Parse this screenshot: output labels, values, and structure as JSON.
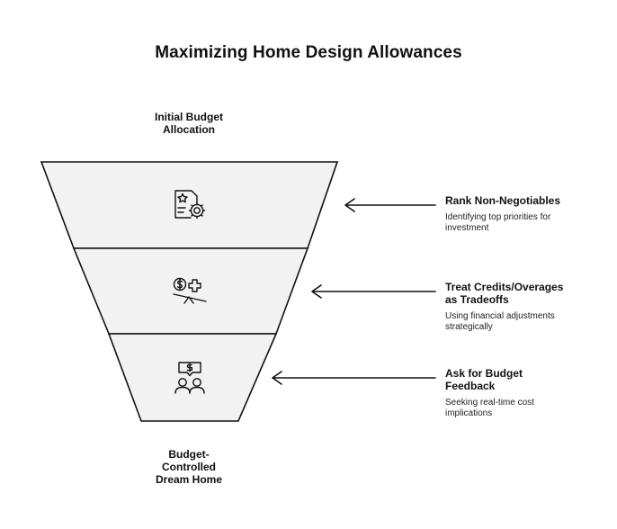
{
  "title": "Maximizing Home Design Allowances",
  "top_label": "Initial Budget\nAllocation",
  "bottom_label": "Budget-\nControlled\nDream Home",
  "steps": [
    {
      "title": "Rank Non-Negotiables",
      "description": "Identifying top priorities for\ninvestment",
      "icon": "document-star-gear-icon"
    },
    {
      "title": "Treat Credits/Overages\nas Tradeoffs",
      "description": "Using financial adjustments\nstrategically",
      "icon": "balance-dollar-plus-icon"
    },
    {
      "title": "Ask for Budget\nFeedback",
      "description": "Seeking real-time cost\nimplications",
      "icon": "people-dollar-chat-icon"
    }
  ],
  "colors": {
    "funnel_fill": "#f2f2f2",
    "stroke": "#111111"
  }
}
